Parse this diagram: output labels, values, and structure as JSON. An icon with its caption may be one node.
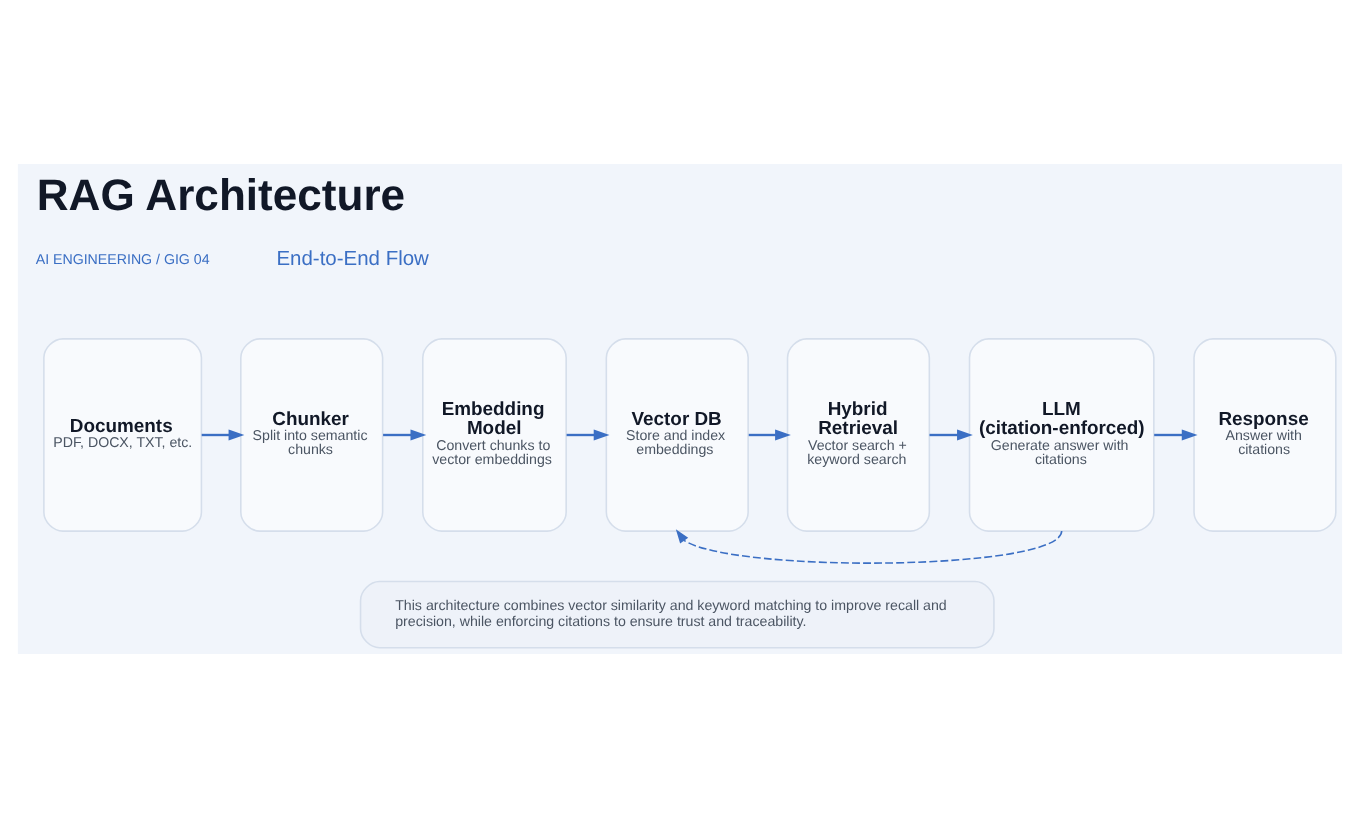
{
  "diagram": {
    "title": "RAG Architecture",
    "nodes": [
      {
        "text": [
          "Documents",
          "PDF, DOCX, TXT, etc."
        ]
      },
      {
        "text": [
          "Chunker",
          "Split into semantic chunks"
        ]
      },
      {
        "text": [
          "Embedding Model",
          "Convert chunks to vector embeddings"
        ]
      },
      {
        "text": [
          "Vector DB",
          "Store and index embeddings"
        ]
      },
      {
        "text": [
          "Hybrid Retrieval",
          "Vector search + keyword search"
        ]
      },
      {
        "text": [
          "LLM (citation-enforced)",
          "Generate answer with citations"
        ]
      },
      {
        "text": [
          "Response",
          "Answer with citations"
        ]
      },
      {
        "text": [
          "This architecture combines vector similarity and keyword matching to improve recall and precision, while enforcing citations to ensure trust and traceability."
        ]
      }
    ],
    "edges": [
      {
        "from": 0,
        "to": 1,
        "arrow": "to"
      },
      {
        "from": 1,
        "to": 2,
        "arrow": "to"
      },
      {
        "from": 2,
        "to": 3,
        "arrow": "to"
      },
      {
        "from": 3,
        "to": 4,
        "arrow": "to"
      },
      {
        "from": 4,
        "to": 5,
        "arrow": "to"
      },
      {
        "from": 5,
        "to": 6,
        "arrow": "to"
      },
      {
        "from": 5,
        "to": 3,
        "arrow": "to",
        "style": "dashed"
      }
    ],
    "labels": [
      "AI ENGINEERING / GIG 04",
      "End-to-End Flow"
    ]
  }
}
